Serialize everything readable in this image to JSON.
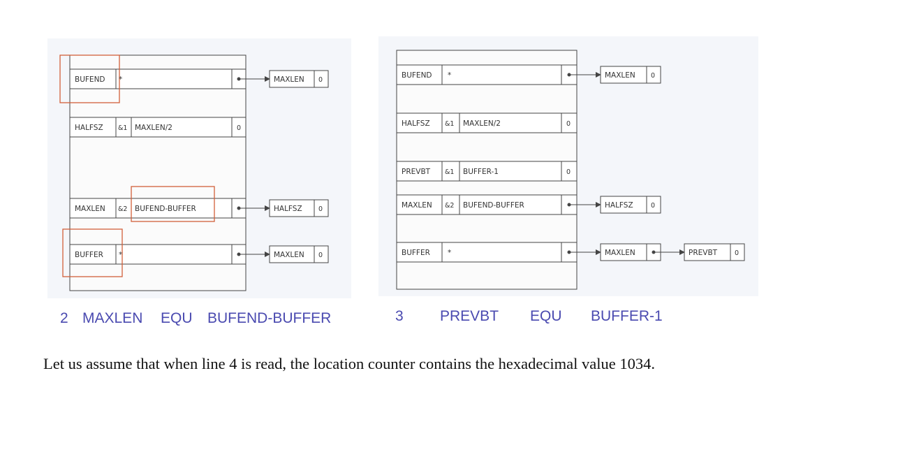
{
  "left_diagram": {
    "rows": [
      {
        "label": "BUFEND",
        "cols": [
          "*"
        ],
        "value": "",
        "ptr": true
      },
      {
        "label": "HALFSZ",
        "cols": [
          "&1",
          "MAXLEN/2"
        ],
        "value": "0",
        "ptr": false
      },
      {
        "label": "MAXLEN",
        "cols": [
          "&2",
          "BUFEND-BUFFER"
        ],
        "value": "",
        "ptr": true
      },
      {
        "label": "BUFFER",
        "cols": [
          "*"
        ],
        "value": "",
        "ptr": true
      }
    ],
    "chains": [
      [
        {
          "label": "MAXLEN",
          "value": "0"
        }
      ],
      [
        {
          "label": "HALFSZ",
          "value": "0"
        }
      ],
      [
        {
          "label": "MAXLEN",
          "value": "0"
        }
      ]
    ],
    "caption": {
      "line": "2",
      "label": "MAXLEN",
      "op": "EQU",
      "operand": "BUFEND-BUFFER"
    }
  },
  "right_diagram": {
    "rows": [
      {
        "label": "BUFEND",
        "cols": [
          "*"
        ],
        "value": "",
        "ptr": true
      },
      {
        "label": "HALFSZ",
        "cols": [
          "&1",
          "MAXLEN/2"
        ],
        "value": "0",
        "ptr": false
      },
      {
        "label": "PREVBT",
        "cols": [
          "&1",
          "BUFFER-1"
        ],
        "value": "0",
        "ptr": false
      },
      {
        "label": "MAXLEN",
        "cols": [
          "&2",
          "BUFEND-BUFFER"
        ],
        "value": "",
        "ptr": true
      },
      {
        "label": "BUFFER",
        "cols": [
          "*"
        ],
        "value": "",
        "ptr": true
      }
    ],
    "chains": [
      [
        {
          "label": "MAXLEN",
          "value": "0"
        }
      ],
      [
        {
          "label": "HALFSZ",
          "value": "0"
        }
      ],
      [
        {
          "label": "MAXLEN",
          "value": ""
        },
        {
          "label": "PREVBT",
          "value": "0"
        }
      ]
    ],
    "caption": {
      "line": "3",
      "label": "PREVBT",
      "op": "EQU",
      "operand": "BUFFER-1"
    }
  },
  "paragraph": "Let us assume that when line 4 is read, the location counter contains the hexadecimal value 1034.",
  "colors": {
    "highlight": "#d2603a",
    "caption": "#4a4ab0",
    "line": "#444444"
  }
}
